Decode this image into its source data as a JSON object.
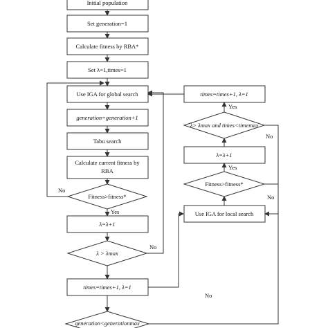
{
  "flowchart": {
    "nodes": {
      "init_pop": "Initial population",
      "set_gen": "Set generation=1",
      "calc_fit": "Calculate fitness by RBA*",
      "set_lambda": "Set λ=1,times=1",
      "iga_global": "Use IGA for global search",
      "gen_inc": "generation=generation+1",
      "tabu": "Tabu search",
      "calc_current_1": "Calculate current fitness by",
      "calc_current_2": "RBA",
      "dec_fitness": "Fitness>fitness*",
      "lambda_inc": "λ=λ+1",
      "dec_lambda_max": "λ > λmax",
      "times_reset": "times=times+1, λ=1",
      "dec_gen_max": "generation<generationmax",
      "r_times_reset": "times=times+1, λ=1",
      "r_dec_both": "λ> λmax and times<timemax",
      "r_lambda_inc": "λ=λ+1",
      "r_dec_fitness": "Fitness>fitness*",
      "iga_local": "Use IGA for local search"
    },
    "labels": {
      "yes": "Yes",
      "no": "No"
    }
  }
}
